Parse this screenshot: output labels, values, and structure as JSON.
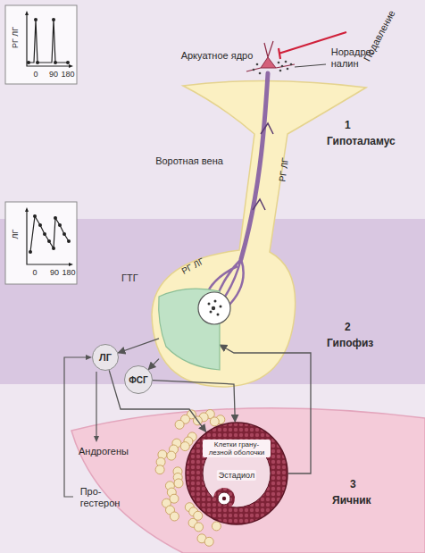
{
  "diagram": {
    "nodes": [
      {
        "text": [
          "1",
          "Гипоталамус"
        ]
      },
      {
        "text": [
          "2",
          "Гипофиз"
        ]
      },
      {
        "text": [
          "3",
          "Яичник"
        ]
      },
      {
        "text": [
          "ГТГ"
        ],
        "in": 1
      },
      {
        "text": [
          "ЛГ"
        ],
        "in": 1
      },
      {
        "text": [
          "ФСГ"
        ],
        "in": 1
      },
      {
        "text": [
          "Клетки грану- лезной оболочки",
          "Эстадиол"
        ],
        "in": 2
      }
    ],
    "edges": [
      {
        "from": 3,
        "to": 4,
        "arrow": "to"
      },
      {
        "from": 3,
        "to": 5,
        "arrow": "to"
      },
      {
        "from": 4,
        "to": 6,
        "arrow": "to"
      },
      {
        "from": 5,
        "to": 6,
        "arrow": "to"
      },
      {
        "from": 6,
        "to": 3,
        "arrow": "to"
      }
    ],
    "labels": [
      "РГ ЛГ",
      "0",
      "90",
      "180",
      "Подавление",
      "Аркуатное ядро",
      "Норадре- налин",
      "РГ ЛГ",
      "Воротная вена",
      "ЛГ",
      "0",
      "90",
      "180",
      "РГ ЛГ",
      "Андрогены",
      "Про- гестерон"
    ]
  }
}
